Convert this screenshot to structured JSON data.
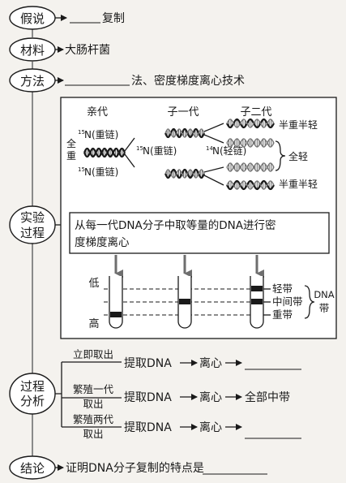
{
  "steps": {
    "hypothesis": {
      "label": "假说",
      "text": "复制"
    },
    "material": {
      "label": "材料",
      "text": "大肠杆菌"
    },
    "method": {
      "label": "方法",
      "text": "法、密度梯度离心技术"
    },
    "experiment": {
      "label_line1": "实验",
      "label_line2": "过程"
    },
    "analysis": {
      "label_line1": "过程",
      "label_line2": "分析"
    },
    "conclusion": {
      "label": "结论",
      "text": "证明DNA分子复制的特点是"
    }
  },
  "experiment": {
    "generations": [
      "亲代",
      "子一代",
      "子二代"
    ],
    "parent_heavy_line1": "全",
    "parent_heavy_line2": "重",
    "parent_top_strand": "N(重链)",
    "parent_bottom_strand": "N(重链)",
    "f1_left_strand": "N(重链)",
    "f1_right_strand": "N(轻链)",
    "iso_15": "15",
    "iso_14": "14",
    "f2_top": "半重半轻",
    "f2_middle": "全轻",
    "f2_bottom": "半重半轻",
    "procedure_line1": "从每一代DNA分子中取等量的DNA进行密",
    "procedure_line2": "度梯度离心",
    "density_low": "低",
    "density_high": "高",
    "band_light": "轻带",
    "band_middle": "中间带",
    "band_heavy": "重带",
    "band_group_line1": "DNA",
    "band_group_line2": "带"
  },
  "analysis": {
    "rows": [
      {
        "condition": [
          "立即取出"
        ],
        "extract": "提取DNA",
        "centrifuge": "离心",
        "result": ""
      },
      {
        "condition": [
          "繁殖一代",
          "取出"
        ],
        "extract": "提取DNA",
        "centrifuge": "离心",
        "result": "全部中带"
      },
      {
        "condition": [
          "繁殖两代",
          "取出"
        ],
        "extract": "提取DNA",
        "centrifuge": "离心",
        "result": ""
      }
    ]
  },
  "tubes": [
    {
      "generation": "亲代",
      "bands": [
        "重带"
      ]
    },
    {
      "generation": "子一代",
      "bands": [
        "中间带"
      ]
    },
    {
      "generation": "子二代",
      "bands": [
        "轻带",
        "中间带"
      ]
    }
  ]
}
